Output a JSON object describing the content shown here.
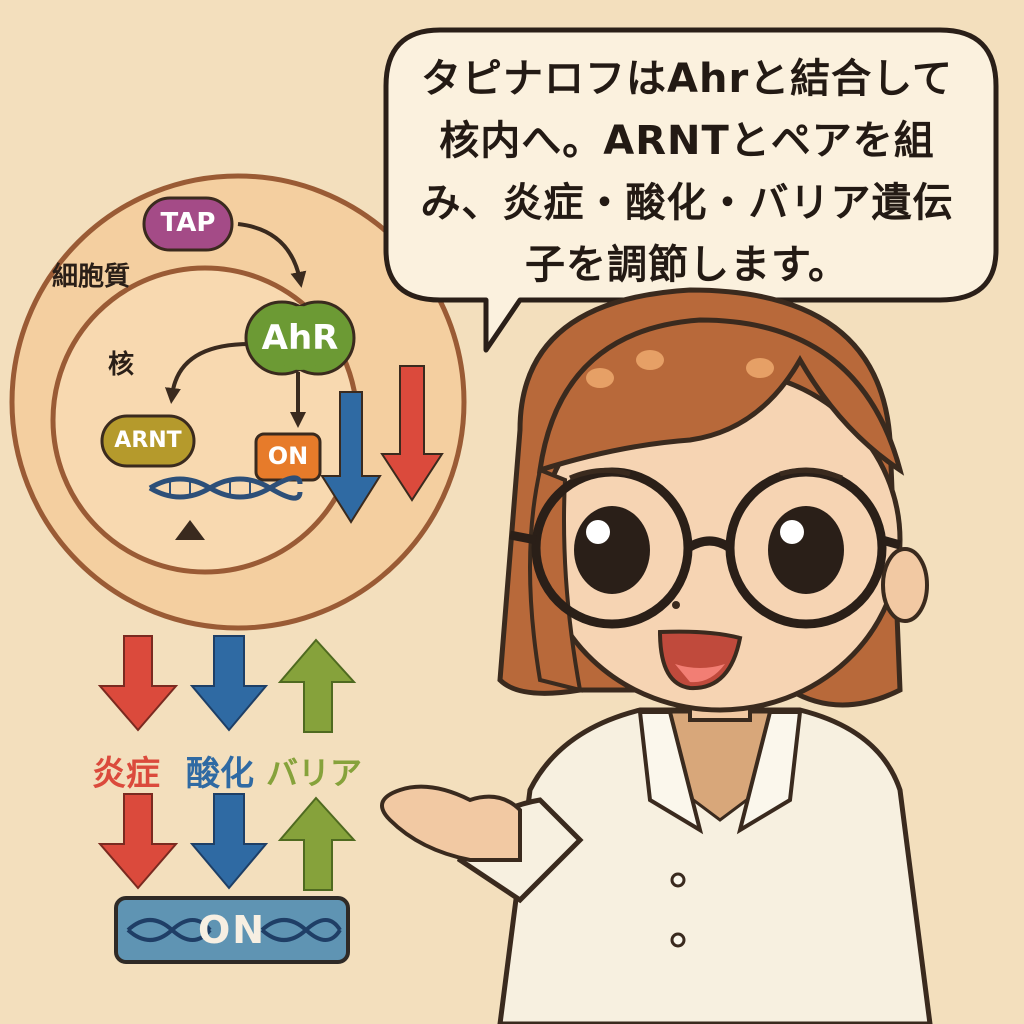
{
  "speech_bubble": {
    "lines": [
      "タピナロフはAhrと結合して",
      "核内へ。ARNTとペアを組",
      "み、炎症・酸化・バリア遺伝",
      "子を調節します。"
    ]
  },
  "cell_diagram": {
    "cytoplasm_label": "細胞質",
    "nucleus_label": "核",
    "tap_label": "TAP",
    "ahr_label": "AhR",
    "arnt_label": "ARNT",
    "on_label": "ON"
  },
  "effects": {
    "inflammation_label": "炎症",
    "oxidation_label": "酸化",
    "barrier_label": "バリア",
    "gene_on_label": "ON"
  },
  "colors": {
    "background": "#f3dfbd",
    "inflammation_red": "#db4a3c",
    "oxidation_blue": "#2f6aa3",
    "barrier_green": "#86a23b",
    "tap_purple": "#a44b87",
    "ahr_green": "#6c9a34",
    "arnt_gold": "#b59a2c",
    "on_orange": "#e77b2a"
  }
}
